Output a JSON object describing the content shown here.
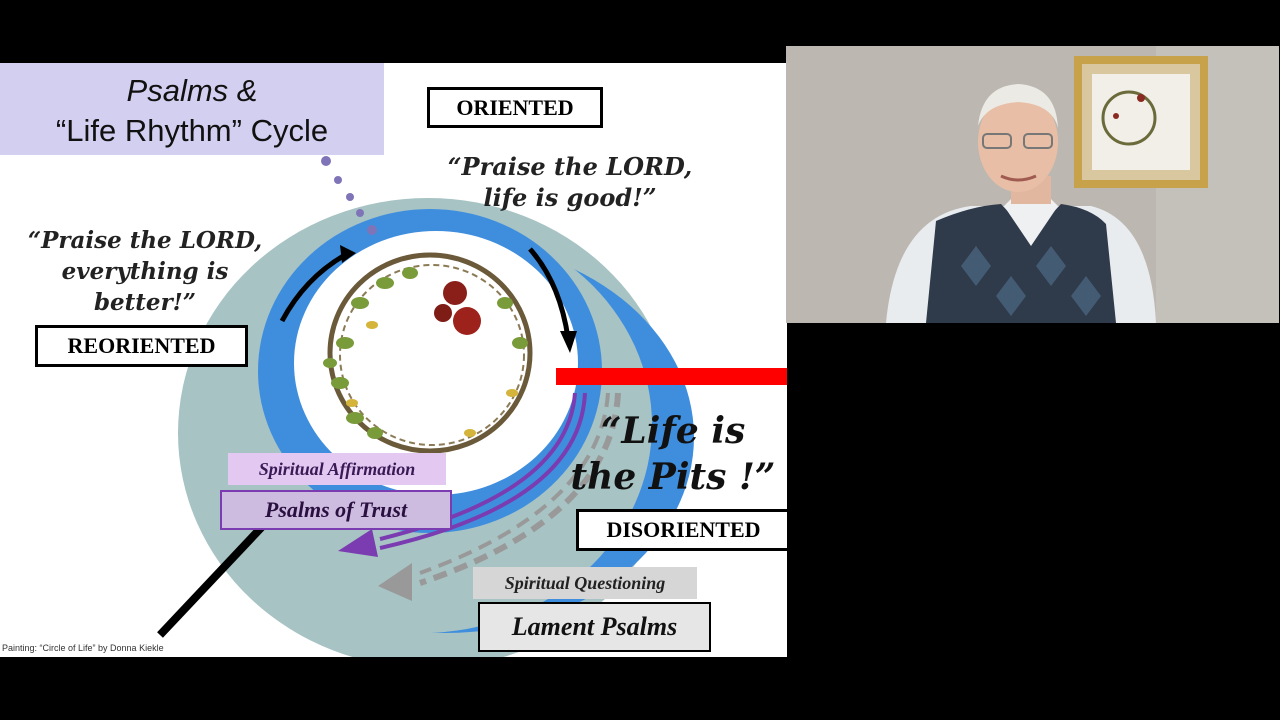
{
  "slide": {
    "title_line1": "Psalms &",
    "title_line2": "“Life Rhythm” Cycle",
    "oriented_label": "ORIENTED",
    "reoriented_label": "REORIENTED",
    "disoriented_label": "DISORIENTED",
    "quote_oriented_line1": "“Praise the LORD,",
    "quote_oriented_line2": "life is good!”",
    "quote_reoriented_line1": "“Praise the LORD,",
    "quote_reoriented_line2": "everything is",
    "quote_reoriented_line3": "better!”",
    "quote_disoriented_line1": "“Life is",
    "quote_disoriented_line2": "the Pits !”",
    "trust_tag": "Spiritual Affirmation",
    "trust_label": "Psalms  of  Trust",
    "lament_tag": "Spiritual Questioning",
    "lament_label": "Lament  Psalms",
    "credit": "Painting: “Circle of Life” by Donna Kiekle"
  },
  "colors": {
    "outer_ring": "#a7c3c4",
    "blue_band": "#3f8ede",
    "title_bg": "#d3cff0",
    "red_bar": "#ff0000",
    "purple": "#7a3cb0"
  }
}
